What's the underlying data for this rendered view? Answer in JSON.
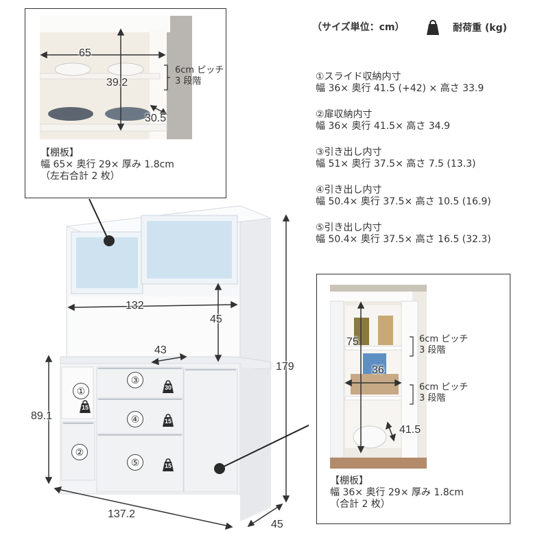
{
  "header": {
    "size_unit": "（サイズ単位：cm）",
    "weight_legend_icon": "weight-icon",
    "weight_legend_label": "耐荷重 (kg)"
  },
  "specs": [
    {
      "title": "①スライド収納内寸",
      "value": "幅 36× 奥行 41.5 (+42) × 高さ 33.9"
    },
    {
      "title": "②扉収納内寸",
      "value": "幅 36× 奥行 41.5× 高さ 34.9"
    },
    {
      "title": "③引き出し内寸",
      "value": "幅 51× 奥行 37.5× 高さ 7.5 (13.3)"
    },
    {
      "title": "④引き出し内寸",
      "value": "幅 50.4× 奥行 37.5× 高さ 10.5 (16.9)"
    },
    {
      "title": "⑤引き出し内寸",
      "value": "幅 50.4× 奥行 37.5× 高さ 16.5 (32.3)"
    }
  ],
  "top_detail": {
    "dims": {
      "width": "65",
      "height": "39.2",
      "depth": "30.5"
    },
    "pitch_line1": "6cm ピッチ",
    "pitch_line2": "3 段階",
    "shelf_title": "【棚板】",
    "shelf_size": "幅 65× 奥行 29× 厚み 1.8cm",
    "shelf_count": "（左右合計 2 枚）"
  },
  "main_dims": {
    "inner_width": "132",
    "inner_height": "45",
    "counter_depth": "43",
    "total_height": "179",
    "lower_height": "89.1",
    "total_width": "137.2",
    "total_depth": "45"
  },
  "labels": {
    "c1": "①",
    "c2": "②",
    "c3": "③",
    "c4": "④",
    "c5": "⑤"
  },
  "weights": {
    "w1": "15",
    "w3": "30",
    "w4": "15",
    "w5": "15"
  },
  "side_detail": {
    "dims": {
      "height": "75",
      "width": "36",
      "depth": "41.5"
    },
    "pitch1_line1": "6cm ピッチ",
    "pitch1_line2": "3 段階",
    "pitch2_line1": "6cm ピッチ",
    "pitch2_line2": "3 段階",
    "shelf_title": "【棚板】",
    "shelf_size": "幅 36× 奥行 29× 厚み 1.8cm",
    "shelf_count": "（合計 2 枚）"
  },
  "colors": {
    "text": "#333333",
    "icon": "#2a2a2a",
    "cabinet": "#f3f4f6",
    "glass": "#cfe3f0"
  }
}
